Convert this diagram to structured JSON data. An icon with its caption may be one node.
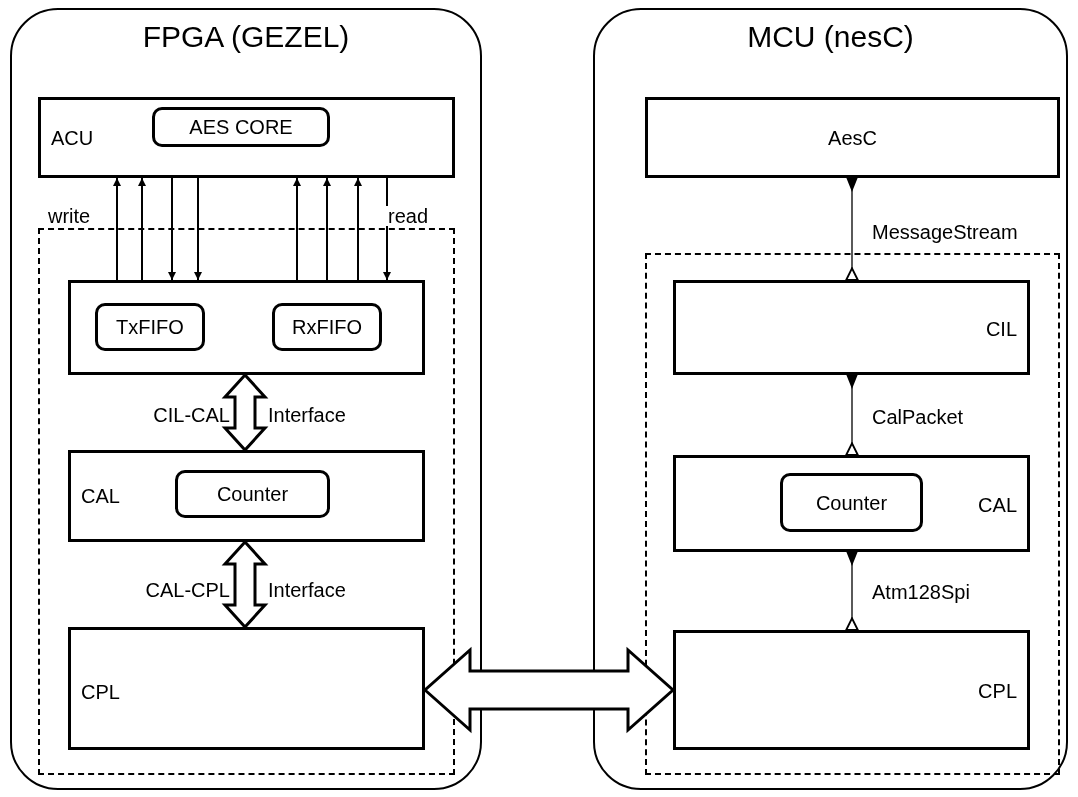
{
  "diagram": {
    "nodes": [
      {
        "text": [
          "FPGA (GEZEL)"
        ]
      },
      {
        "text": [
          "ACU"
        ],
        "in": 0
      },
      {
        "text": [
          "AES CORE"
        ],
        "in": 1
      },
      {
        "text": [],
        "shape": "box",
        "in": 0
      },
      {
        "text": [],
        "shape": "box",
        "in": 3
      },
      {
        "text": [
          "TxFIFO"
        ],
        "in": 4
      },
      {
        "text": [
          "RxFIFO"
        ],
        "in": 4
      },
      {
        "text": [
          "CAL"
        ],
        "in": 3
      },
      {
        "text": [
          "Counter"
        ],
        "in": 7
      },
      {
        "text": [
          "CPL"
        ],
        "in": 3
      },
      {
        "text": [
          "MCU (nesC)"
        ]
      },
      {
        "text": [
          "AesC"
        ],
        "in": 10
      },
      {
        "text": [],
        "shape": "box",
        "in": 10
      },
      {
        "text": [
          "CIL"
        ],
        "in": 12
      },
      {
        "text": [
          "CAL"
        ],
        "in": 12
      },
      {
        "text": [
          "Counter"
        ],
        "in": 14
      },
      {
        "text": [
          "CPL"
        ],
        "in": 12
      }
    ],
    "edges": [
      {
        "from": 4,
        "to": 1,
        "arrow": "to"
      },
      {
        "from": 4,
        "to": 1,
        "arrow": "to"
      },
      {
        "from": 1,
        "to": 4,
        "arrow": "to"
      },
      {
        "from": 1,
        "to": 4,
        "arrow": "to"
      },
      {
        "from": 4,
        "to": 1,
        "arrow": "to"
      },
      {
        "from": 4,
        "to": 1,
        "arrow": "to"
      },
      {
        "from": 4,
        "to": 1,
        "arrow": "to"
      },
      {
        "from": 1,
        "to": 4,
        "arrow": "to"
      },
      {
        "from": 4,
        "to": 7,
        "arrow": "both",
        "label": "CIL-CAL",
        "style": "thick"
      },
      {
        "from": 7,
        "to": 9,
        "arrow": "both",
        "label": "CAL-CPL",
        "style": "thick"
      },
      {
        "from": 9,
        "to": 16,
        "arrow": "both",
        "style": "thick"
      },
      {
        "from": 11,
        "to": 13,
        "arrow": "other",
        "label": "MessageStream"
      },
      {
        "from": 13,
        "to": 14,
        "arrow": "other",
        "label": "CalPacket"
      },
      {
        "from": 14,
        "to": 16,
        "arrow": "other",
        "label": "Atm128Spi"
      }
    ],
    "labels": [
      "write",
      "read",
      "Interface",
      "Interface"
    ]
  }
}
